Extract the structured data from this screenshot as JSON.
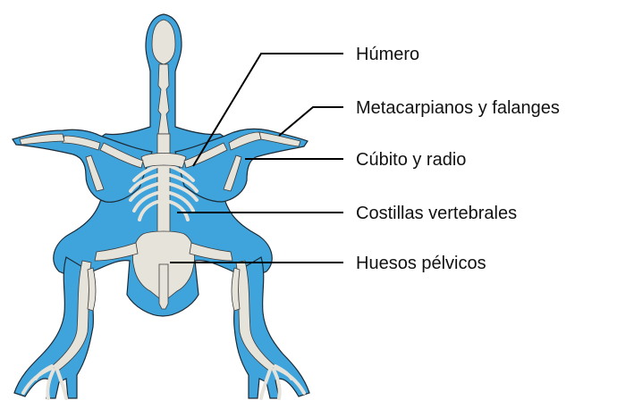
{
  "colors": {
    "body": "#3fa3dc",
    "body_outline": "#1c2b36",
    "bone": "#e6e3da",
    "bone_outline": "#3a3a3a",
    "leader_line": "#000000",
    "text": "#111111"
  },
  "labels": [
    {
      "id": "humero",
      "text": "Húmero"
    },
    {
      "id": "metacarpianos",
      "text": "Metacarpianos y falanges"
    },
    {
      "id": "cubito",
      "text": "Cúbito y radio"
    },
    {
      "id": "costillas",
      "text": "Costillas vertebrales"
    },
    {
      "id": "pelvicos",
      "text": "Huesos pélvicos"
    }
  ]
}
